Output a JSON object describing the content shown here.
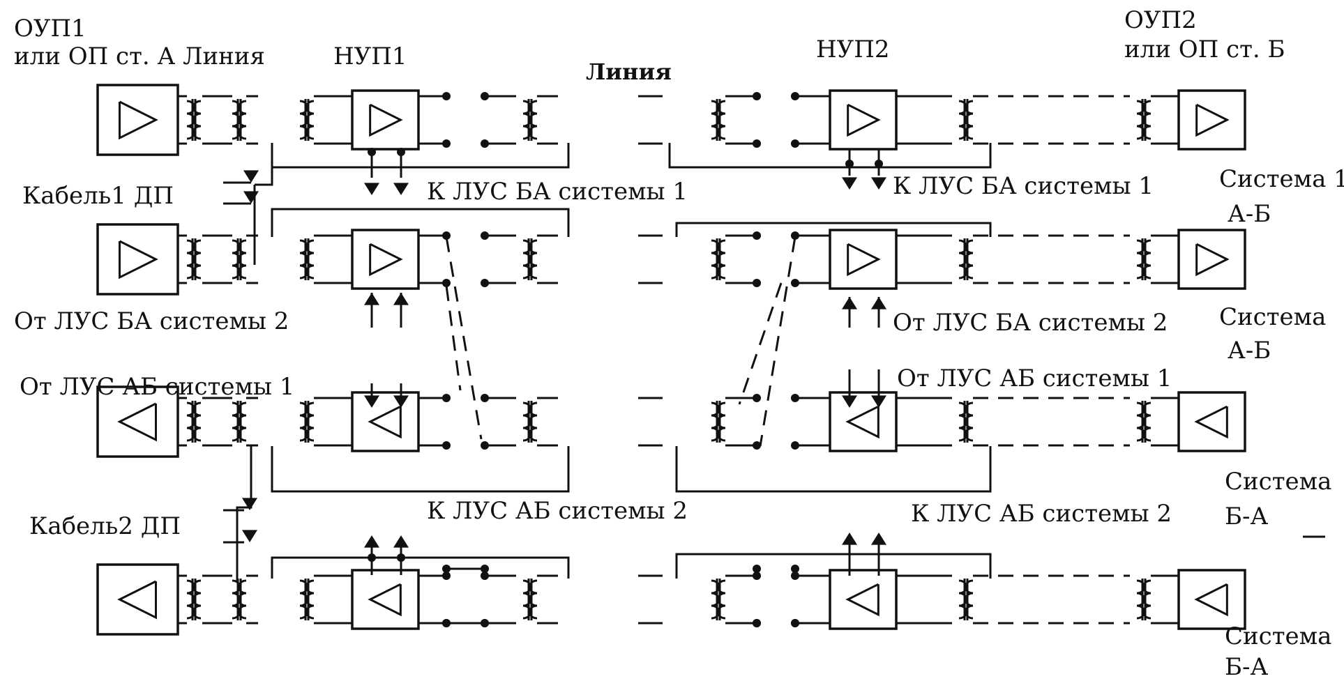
{
  "labels": {
    "oup1": "ОУП1",
    "station_a": "или ОП ст. А Линия",
    "nup1": "НУП1",
    "line_top": "Линия",
    "nup2": "НУП2",
    "oup2": "ОУП2",
    "station_b": "или ОП ст. Б",
    "cable1": "Кабель1 ДП",
    "cable2": "Кабель2 ДП",
    "to_lus_ba_1_left": "К ЛУС БА системы 1",
    "to_lus_ba_1_right": "К ЛУС БА системы 1",
    "from_lus_ba_2_left": "От ЛУС БА системы 2",
    "from_lus_ba_2_right": "От ЛУС БА системы 2",
    "from_lus_ab_1_left": "От ЛУС АБ системы 1",
    "from_lus_ab_1_right": "От ЛУС АБ системы 1",
    "to_lus_ab_2_left": "К ЛУС АБ системы 2",
    "to_lus_ab_2_right": "К ЛУС АБ системы 2",
    "sys1_name": "Система 1",
    "sys1_dir": "А-Б",
    "sys2_name": "Система",
    "sys2_dir": "А-Б",
    "sys3_name": "Система",
    "sys3_dir": "Б-А",
    "sys4_name": "Система",
    "sys4_dir": "Б-А"
  },
  "rows": [
    {
      "direction": "right"
    },
    {
      "direction": "right"
    },
    {
      "direction": "left"
    },
    {
      "direction": "left"
    }
  ]
}
